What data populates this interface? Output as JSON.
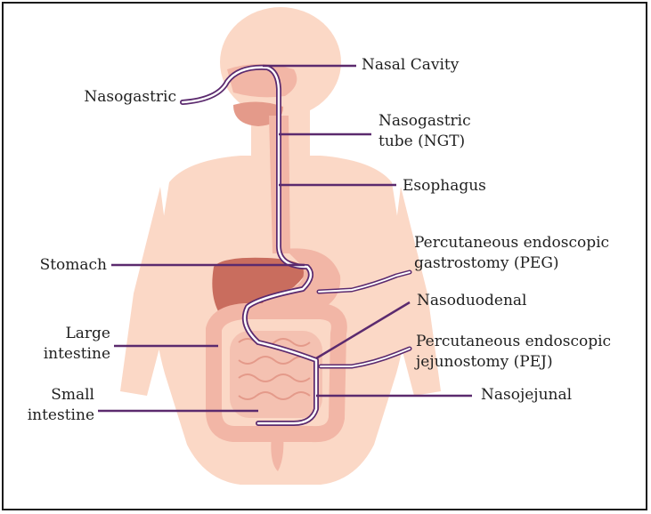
{
  "labels": {
    "nasal_cavity": "Nasal Cavity",
    "nasogastric": "Nasogastric",
    "ngt_line1": "Nasogastric",
    "ngt_line2": "tube (NGT)",
    "esophagus": "Esophagus",
    "peg_line1": "Percutaneous endoscopic",
    "peg_line2": "gastrostomy (PEG)",
    "stomach": "Stomach",
    "nasoduodenal": "Nasoduodenal",
    "large_line1": "Large",
    "large_line2": "intestine",
    "pej_line1": "Percutaneous endoscopic",
    "pej_line2": "jejunostomy (PEJ)",
    "small_line1": "Small",
    "small_line2": "intestine",
    "nasojejunal": "Nasojejunal"
  },
  "colors": {
    "body": "#fbd8c6",
    "organ": "#f2b6a6",
    "organ_dark": "#e49a8a",
    "liver": "#c96d5e",
    "leader": "#5b2a6e",
    "tube": "#5b2a6e"
  }
}
